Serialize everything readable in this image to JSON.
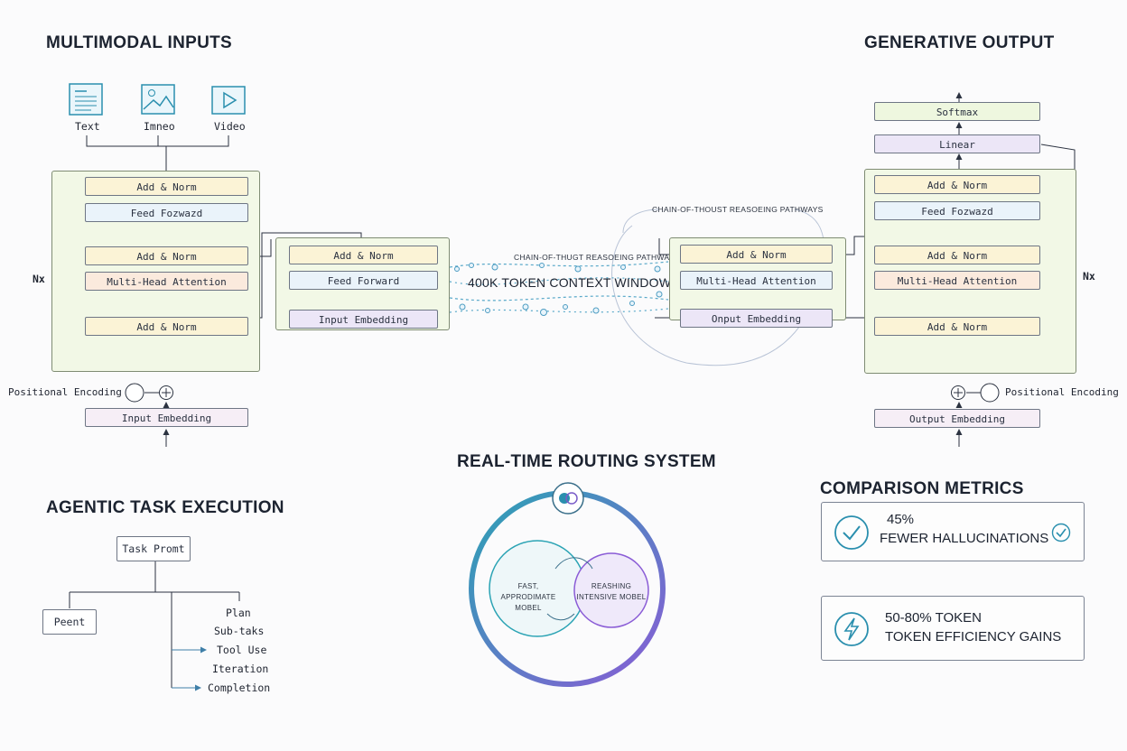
{
  "titles": {
    "inputs": "MULTIMODAL INPUTS",
    "output": "GENERATIVE OUTPUT",
    "routing": "REAL-TIME ROUTING SYSTEM",
    "agentic": "AGENTIC TASK EXECUTION",
    "metrics": "COMPARISON METRICS"
  },
  "inputs": {
    "text": "Text",
    "image": "Imneo",
    "video": "Video"
  },
  "encoder": {
    "add_norm_top": "Add & Norm",
    "feed_forward": "Feed Fozwazd",
    "add_norm_mid": "Add & Norm",
    "attention": "Multi-Head Attention",
    "add_norm_bottom": "Add & Norm",
    "nx": "Nx",
    "positional": "Positional Encoding",
    "embedding": "Input Embedding"
  },
  "mid_left": {
    "add_norm": "Add & Norm",
    "feed_forward": "Feed Forward",
    "embedding": "Input Embedding"
  },
  "mid_right": {
    "add_norm": "Add & Norm",
    "attention": "Multi-Head Attention",
    "embedding": "Onput Embedding"
  },
  "context": {
    "cot_top": "CHAIN-OF-THOUST REASOEING PATHWAYS",
    "cot_mid": "CHAIN-OF-THUGT REASOEING PATHWAYS",
    "window": "400K TOKEN CONTEXT WINDOW"
  },
  "decoder": {
    "softmax": "Softmax",
    "linear": "Linear",
    "add_norm_top": "Add & Norm",
    "feed_forward": "Feed Fozwazd",
    "add_norm_mid": "Add & Norm",
    "attention": "Multi-Head Attention",
    "add_norm_bottom": "Add & Norm",
    "nx": "Nx",
    "positional": "Positional Encoding",
    "embedding": "Output Embedding"
  },
  "routing": {
    "fast": "FAST, APPRODIMATE MOBEL",
    "reasoning": "REASHING INTENSIVE MOBEL"
  },
  "agentic": {
    "task": "Task Promt",
    "parent": "Peent",
    "steps": [
      "Plan",
      "Sub-taks",
      "Tool Use",
      "Iteration",
      "Completion"
    ]
  },
  "metrics": [
    {
      "value": "45%",
      "label": "FEWER HALLUCINATIONS",
      "icon": "checkmark-circle-icon"
    },
    {
      "value": "50-80% TOKEN",
      "label": "TOKEN EFFICIENCY GAINS",
      "icon": "lightning-bolt-icon"
    }
  ],
  "colors": {
    "panel": "#f2f8e6",
    "routing_start": "#2aa3b4",
    "routing_end": "#8a5cd6",
    "accent": "#2aa3b4"
  }
}
